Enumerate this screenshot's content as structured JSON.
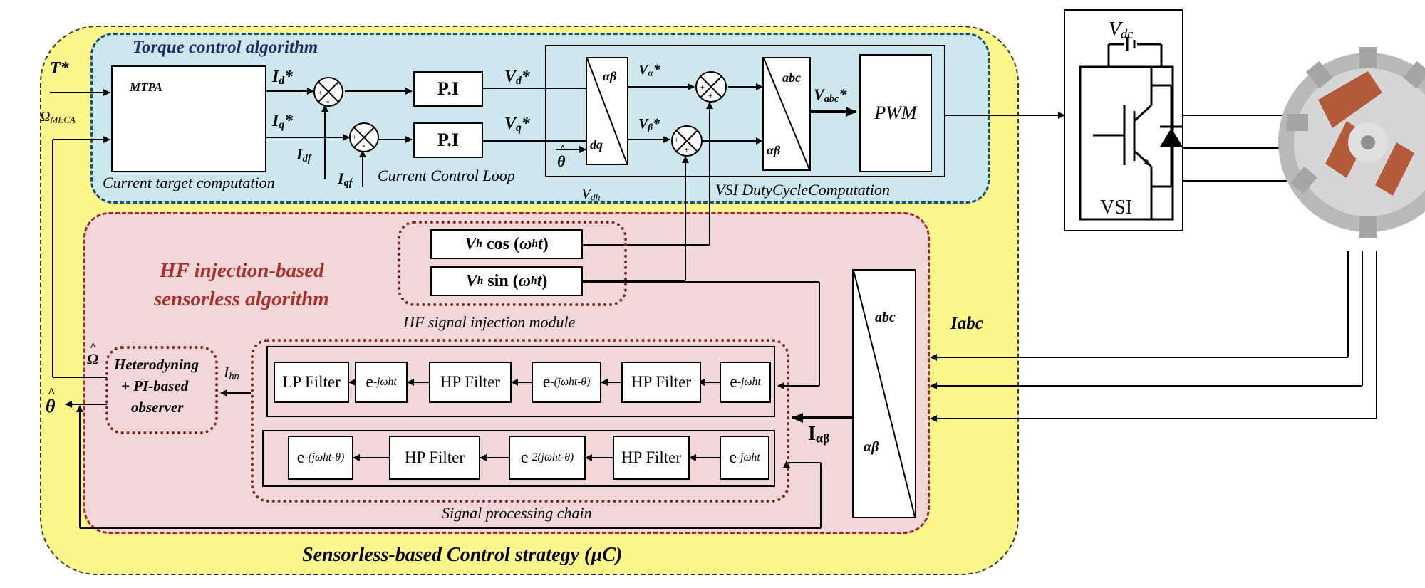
{
  "regions": {
    "outer_title": "Sensorless-based Control strategy (µC)",
    "torque_title": "Torque control algorithm",
    "hf_title_line1": "HF injection-based",
    "hf_title_line2": "sensorless algorithm"
  },
  "inputs": {
    "torque_ref": "T*",
    "omega_meca": "Ω",
    "omega_meca_sub": "MECA"
  },
  "mtpa": {
    "label": "MTPA",
    "caption": "Current target computation"
  },
  "current_loop": {
    "id_ref": "I",
    "id_ref_sub": "d",
    "iq_ref": "I",
    "iq_ref_sub": "q",
    "star": "*",
    "idf": "I",
    "idf_sub": "df",
    "iqf": "I",
    "iqf_sub": "qf",
    "pi_d": "P.I",
    "pi_q": "P.I",
    "vd": "V",
    "vd_sub": "d",
    "vq": "V",
    "vq_sub": "q",
    "caption": "Current Control Loop",
    "theta_hat": "θ",
    "vdh": "V",
    "vdh_sub": "dh"
  },
  "transforms": {
    "ab": "αβ",
    "dq": "dq",
    "abc": "abc"
  },
  "vsi_duty": {
    "valpha": "V",
    "valpha_sub": "α",
    "vbeta": "V",
    "vbeta_sub": "β",
    "vabc": "V",
    "vabc_sub": "abc",
    "pwm": "PWM",
    "caption": "VSI DutyCycleComputation"
  },
  "inverter": {
    "vdc": "V",
    "vdc_sub": "dc",
    "label": "VSI"
  },
  "hf_module": {
    "cos_prefix": "V",
    "cos_sub": "h",
    "cos_func": "cos",
    "cos_arg_omega": "ω",
    "cos_arg_sub": "h",
    "cos_arg_t": "t",
    "sin_prefix": "V",
    "sin_sub": "h",
    "sin_func": "sin",
    "sin_arg_omega": "ω",
    "sin_arg_sub": "h",
    "sin_arg_t": "t",
    "caption": "HF signal injection module"
  },
  "observer": {
    "line1": "Heterodyning",
    "line2": "+ PI-based",
    "line3": "observer",
    "omega_hat": "Ω",
    "theta_hat": "θ",
    "ihn": "I",
    "ihn_sub": "hn"
  },
  "chain": {
    "row1": [
      {
        "kind": "filter",
        "label": "LP Filter"
      },
      {
        "kind": "exp",
        "base": "e",
        "exp": "-jωht"
      },
      {
        "kind": "filter",
        "label": "HP Filter"
      },
      {
        "kind": "exp",
        "base": "e",
        "exp": "-(jωht-θ)"
      },
      {
        "kind": "filter",
        "label": "HP Filter"
      },
      {
        "kind": "exp",
        "base": "e",
        "exp": "-jωht"
      }
    ],
    "row2": [
      {
        "kind": "exp",
        "base": "e",
        "exp": "-(jωht-θ)"
      },
      {
        "kind": "filter",
        "label": "HP Filter"
      },
      {
        "kind": "exp",
        "base": "e",
        "exp": "-2(jωht-θ)"
      },
      {
        "kind": "filter",
        "label": "HP Filter"
      },
      {
        "kind": "exp",
        "base": "e",
        "exp": "-jωht"
      }
    ],
    "caption": "Signal processing chain",
    "i_alpha_beta": "I",
    "i_alpha_beta_sub": "αβ"
  },
  "abc_block": {
    "top": "abc",
    "bottom": "αβ",
    "iabc": "Iabc"
  },
  "sum_signs": {
    "plus": "+",
    "minus": "-"
  }
}
